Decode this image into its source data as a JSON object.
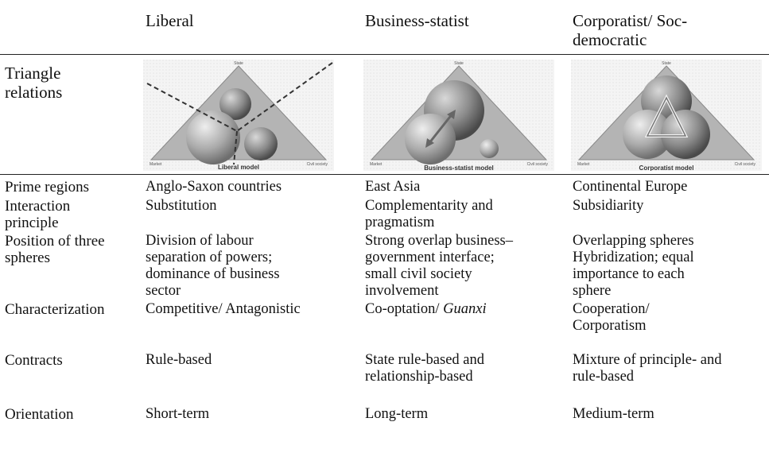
{
  "header": {
    "col1": "Liberal",
    "col2": "Business-statist",
    "col3_line1": "Corporatist/ Soc-",
    "col3_line2": "democratic"
  },
  "triangle_row": {
    "label_line1": "Triangle",
    "label_line2": "relations",
    "corner_top": "State",
    "corner_left": "Market",
    "corner_right": "Civil society",
    "captions": [
      "Liberal model",
      "Business-statist model",
      "Corporatist model"
    ]
  },
  "rows": [
    {
      "label": [
        "Prime regions"
      ],
      "c1": [
        "Anglo-Saxon countries"
      ],
      "c2": [
        "East Asia"
      ],
      "c3": [
        "Continental Europe"
      ]
    },
    {
      "label": [
        "Interaction",
        "principle"
      ],
      "c1": [
        "Substitution"
      ],
      "c2": [
        "Complementarity and",
        "pragmatism"
      ],
      "c3": [
        "Subsidiarity"
      ]
    },
    {
      "label": [
        "Position of three",
        "spheres"
      ],
      "c1": [
        "Division of labour",
        "separation of powers;",
        "dominance of business",
        "sector"
      ],
      "c2": [
        "Strong overlap business–",
        "government interface;",
        "small civil society",
        "involvement"
      ],
      "c3": [
        "Overlapping spheres",
        "Hybridization; equal",
        "importance to each",
        "sphere"
      ]
    },
    {
      "label": [
        "Characterization"
      ],
      "c1": [
        "Competitive/ Antagonistic"
      ],
      "c2_plain": "Co-optation/ ",
      "c2_italic": "Guanxi",
      "c3": [
        "Cooperation/",
        "Corporatism"
      ]
    },
    {
      "label": [
        "Contracts"
      ],
      "c1": [
        "Rule-based"
      ],
      "c2": [
        "State rule-based and",
        "relationship-based"
      ],
      "c3": [
        "Mixture of principle- and",
        "rule-based"
      ]
    },
    {
      "label": [
        "Orientation"
      ],
      "c1": [
        "Short-term"
      ],
      "c2": [
        "Long-term"
      ],
      "c3": [
        "Medium-term"
      ]
    }
  ]
}
